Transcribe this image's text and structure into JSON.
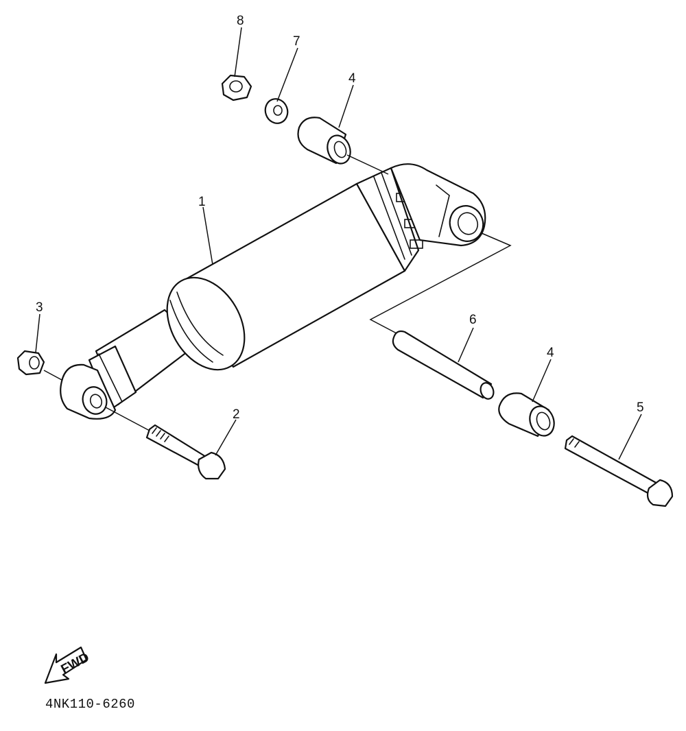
{
  "callouts": {
    "shock_absorber": "1",
    "lower_bolt": "2",
    "lower_nut": "3",
    "collar_upper": "4",
    "collar_lower": "4",
    "upper_bolt": "5",
    "spacer": "6",
    "washer": "7",
    "upper_nut": "8"
  },
  "fwd_label": "FWD",
  "diagram_code": "4NK110-6260"
}
